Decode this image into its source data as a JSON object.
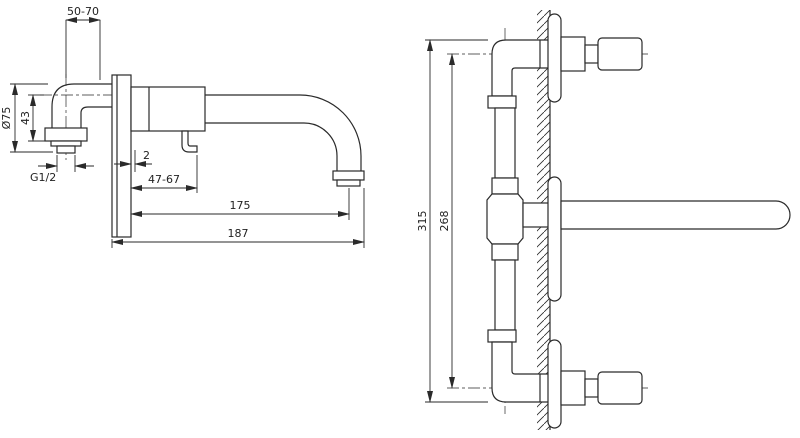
{
  "page": {
    "background": "#ffffff",
    "line_color": "#2a2a2a"
  },
  "dims": {
    "side": {
      "top_range": "50-70",
      "plate_diameter": "Ø75",
      "inlet_height": "43",
      "thread": "G1/2",
      "plate_thickness": "2",
      "handle_range": "47-67",
      "spout_reach": "175",
      "overall_reach": "187"
    },
    "front": {
      "overall_height": "315",
      "centre_distance": "268"
    }
  }
}
